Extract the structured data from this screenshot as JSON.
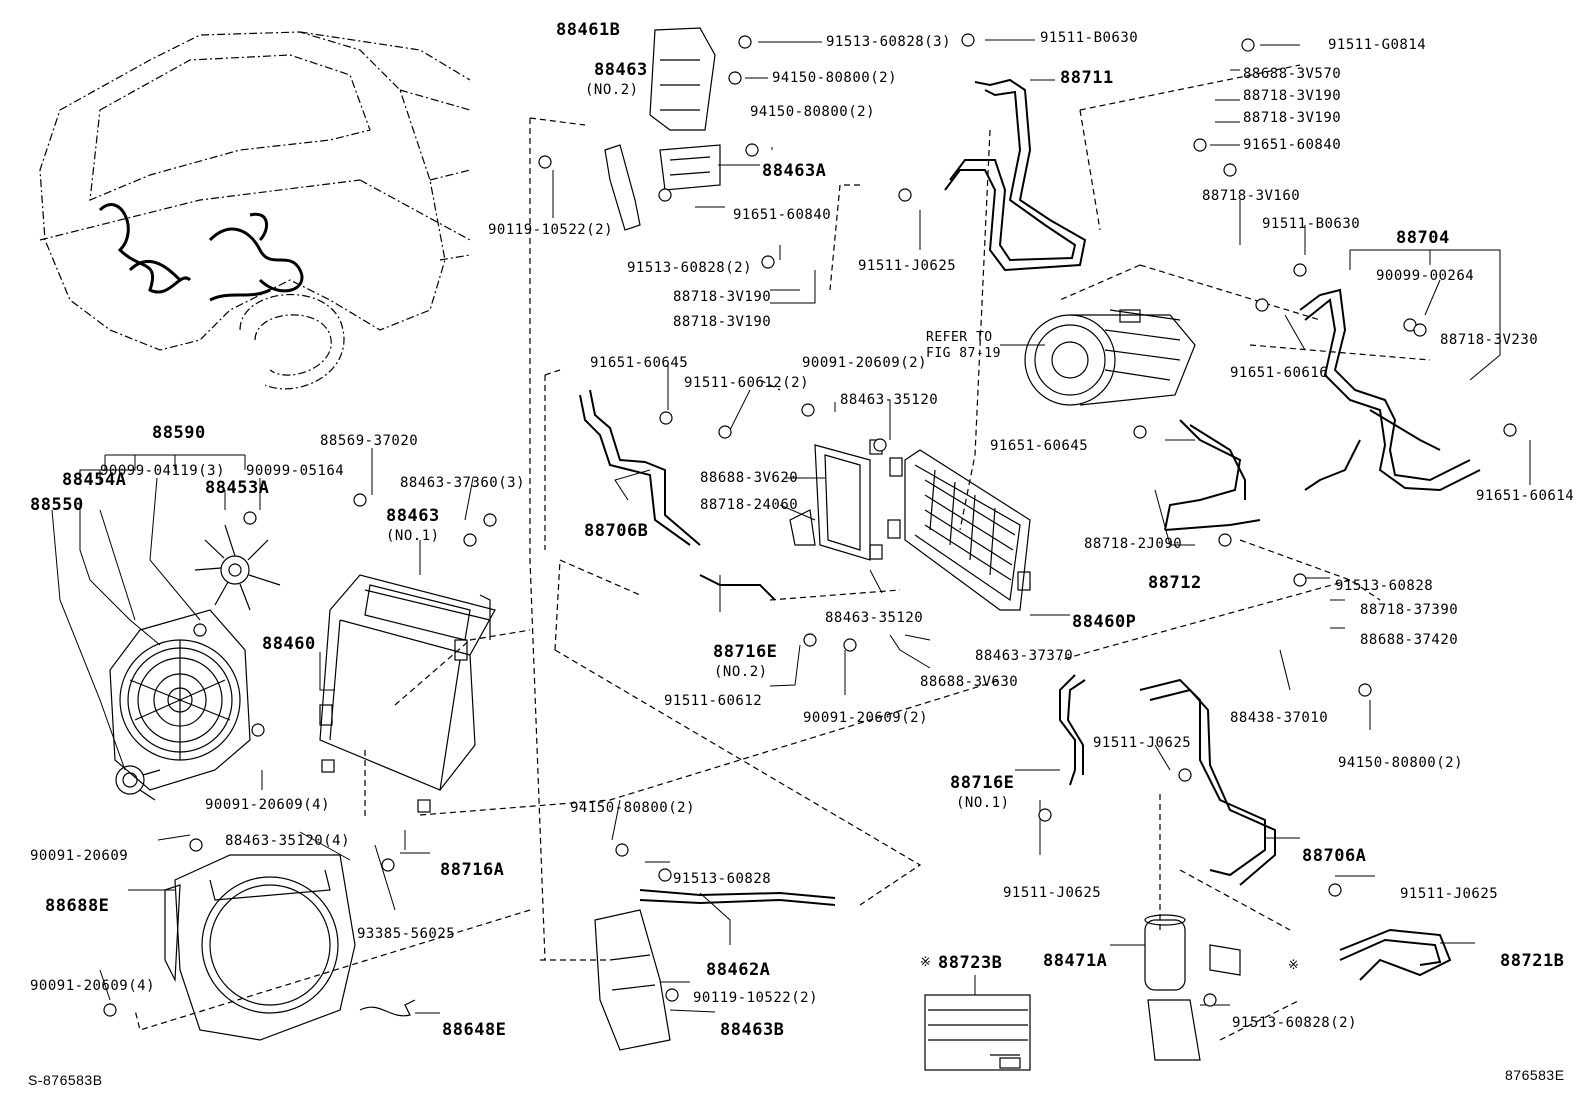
{
  "footer": {
    "left": "S-876583B",
    "right": "876583E"
  },
  "refer": [
    "REFER TO",
    "FIG 87-19"
  ],
  "mark": "※",
  "labels": {
    "p88461B": "88461B",
    "p88463_2": "88463",
    "p88463_2n": "(NO.2)",
    "p91513_60828_3": "91513-60828(3)",
    "p94150_80800_2a": "94150-80800(2)",
    "p94150_80800_2b": "94150-80800(2)",
    "p88463A": "88463A",
    "p90119_10522_2a": "90119-10522(2)",
    "p91651_60840a": "91651-60840",
    "p91513_60828_2a": "91513-60828(2)",
    "p88718_3V190a": "88718-3V190",
    "p88718_3V190b": "88718-3V190",
    "p91511_B0630a": "91511-B0630",
    "p88711": "88711",
    "p91511_J0625a": "91511-J0625",
    "p91511_G0814": "91511-G0814",
    "p88688_3V570": "88688-3V570",
    "p88718_3V190c": "88718-3V190",
    "p88718_3V190d": "88718-3V190",
    "p91651_60840b": "91651-60840",
    "p88718_3V160": "88718-3V160",
    "p91511_B0630b": "91511-B0630",
    "p88704": "88704",
    "p90099_00264": "90099-00264",
    "p88718_3V230": "88718-3V230",
    "p91651_60616": "91651-60616",
    "p91651_60614": "91651-60614",
    "p91651_60645a": "91651-60645",
    "p88718_2J090": "88718-2J090",
    "p88712": "88712",
    "p88590": "88590",
    "p88454A": "88454A",
    "p90099_04119": "90099-04119(3)",
    "p90099_05164": "90099-05164",
    "p88453A": "88453A",
    "p88550": "88550",
    "p88569_37020": "88569-37020",
    "p88463_37360": "88463-37360(3)",
    "p88463_1": "88463",
    "p88463_1n": "(NO.1)",
    "p88460": "88460",
    "p90091_20609_4a": "90091-20609(4)",
    "p91651_60645b": "91651-60645",
    "p91511_60612_2": "91511-60612(2)",
    "p90091_20609_2a": "90091-20609(2)",
    "p88463_35120a": "88463-35120",
    "p88706B": "88706B",
    "p88688_3V620": "88688-3V620",
    "p88718_24060": "88718-24060",
    "p88716E_2": "88716E",
    "p88716E_2n": "(NO.2)",
    "p88463_35120b": "88463-35120",
    "p88460P": "88460P",
    "p88463_37370": "88463-37370",
    "p88688_3V630": "88688-3V630",
    "p91511_60612": "91511-60612",
    "p90091_20609_2b": "90091-20609(2)",
    "p91513_60828a": "91513-60828",
    "p88718_37390": "88718-37390",
    "p88688_37420": "88688-37420",
    "p88438_37010": "88438-37010",
    "p94150_80800_2c": "94150-80800(2)",
    "p91511_J0625b": "91511-J0625",
    "p88716E_1": "88716E",
    "p88716E_1n": "(NO.1)",
    "p91511_J0625c": "91511-J0625",
    "p88706A": "88706A",
    "p91511_J0625d": "91511-J0625",
    "p88721B": "88721B",
    "p88471A": "88471A",
    "p91513_60828_2b": "91513-60828(2)",
    "p88723B": "88723B",
    "p90091_20609a": "90091-20609",
    "p88463_35120_4": "88463-35120(4)",
    "p88688E": "88688E",
    "p88716A": "88716A",
    "p93385_56025": "93385-56025",
    "p90091_20609_4b": "90091-20609(4)",
    "p88648E": "88648E",
    "p94150_80800_2d": "94150-80800(2)",
    "p91513_60828b": "91513-60828",
    "p88462A": "88462A",
    "p90119_10522_2b": "90119-10522(2)",
    "p88463B": "88463B"
  }
}
